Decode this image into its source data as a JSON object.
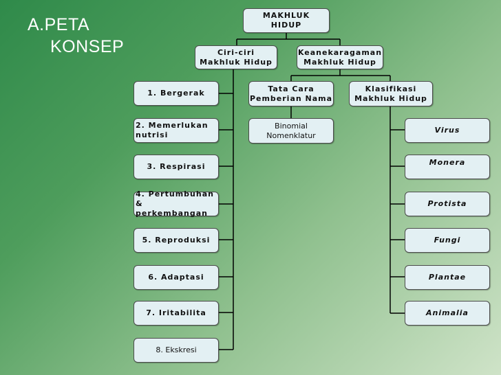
{
  "title": {
    "line1": "A.PETA",
    "line2": "KONSEP"
  },
  "nodes": {
    "root": "MAKHLUK\nHIDUP",
    "ciri": "Ciri-ciri\nMakhluk Hidup",
    "keanekaragaman": "Keanekaragaman\nMakhluk Hidup",
    "tata_cara": "Tata Cara\nPemberian Nama",
    "klasifikasi": "Klasifikasi\nMakhluk Hidup",
    "binomial": "Binomial\nNomenklatur"
  },
  "ciri_items": [
    "1. Bergerak",
    "2. Memerlukan\n    nutrisi",
    "3. Respirasi",
    "4. Pertumbuhan &\n    perkembangan",
    "5. Reproduksi",
    "6. Adaptasi",
    "7. Iritabilita",
    "8. Ekskresi"
  ],
  "kingdoms": [
    "Virus",
    "Monera",
    "Protista",
    "Fungi",
    "Plantae",
    "Animalia"
  ]
}
